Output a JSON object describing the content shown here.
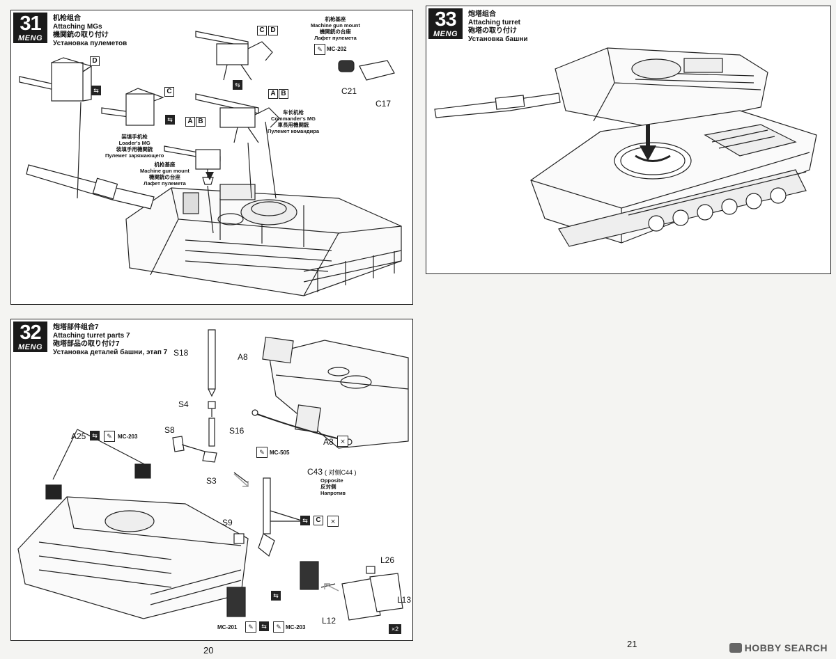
{
  "brand": "MENG",
  "step31": {
    "number": "31",
    "title_cn": "机枪组合",
    "title_en": "Attaching MGs",
    "title_jp": "機関銃の取り付け",
    "title_ru": "Установка пулеметов",
    "mount_label": [
      "机枪基座",
      "Machine gun mount",
      "機関銃の台座",
      "Лафет пулемета"
    ],
    "mount_label_2": [
      "机枪基座",
      "Machine gun mount",
      "機関銃の台座",
      "Лафет пулемета"
    ],
    "commander_label": [
      "车长机枪",
      "Commander's MG",
      "車長用機関銃",
      "Пулемет командира"
    ],
    "loader_label": [
      "装填手机枪",
      "Loader's MG",
      "装填手用機関銃",
      "Пулемет заряжающего"
    ],
    "paint_code": "MC-202",
    "part_c21": "C21",
    "part_c17": "C17",
    "box_d": "D",
    "box_c": "C",
    "box_a": "A",
    "box_b": "B"
  },
  "step33": {
    "number": "33",
    "title_cn": "炮塔组合",
    "title_en": "Attaching turret",
    "title_jp": "砲塔の取り付け",
    "title_ru": "Установка башни"
  },
  "step32": {
    "number": "32",
    "title_cn": "炮塔部件组合7",
    "title_en": "Attaching turret parts 7",
    "title_jp": "砲塔部品の取り付け7",
    "title_ru": "Установка деталей башни, этап 7",
    "parts": {
      "s18": "S18",
      "s4": "S4",
      "s16": "S16",
      "s8": "S8",
      "s3": "S3",
      "s9": "S9",
      "a8_top": "A8",
      "a8_mid": "A8",
      "a25": "A25",
      "c43": "C43",
      "c43_note": "( 对侧C44 )",
      "l26": "L26",
      "l13": "L13",
      "l12": "L12"
    },
    "opposite": [
      "Opposite",
      "反対側",
      "Напротив"
    ],
    "paint": {
      "mc203_top": "MC-203",
      "mc505": "MC-505",
      "mc201": "MC-201",
      "mc203_bottom": "MC-203"
    },
    "box_c": "C",
    "qty": "×2"
  },
  "pages": {
    "left": "20",
    "right": "21"
  },
  "watermark": "HOBBY SEARCH"
}
